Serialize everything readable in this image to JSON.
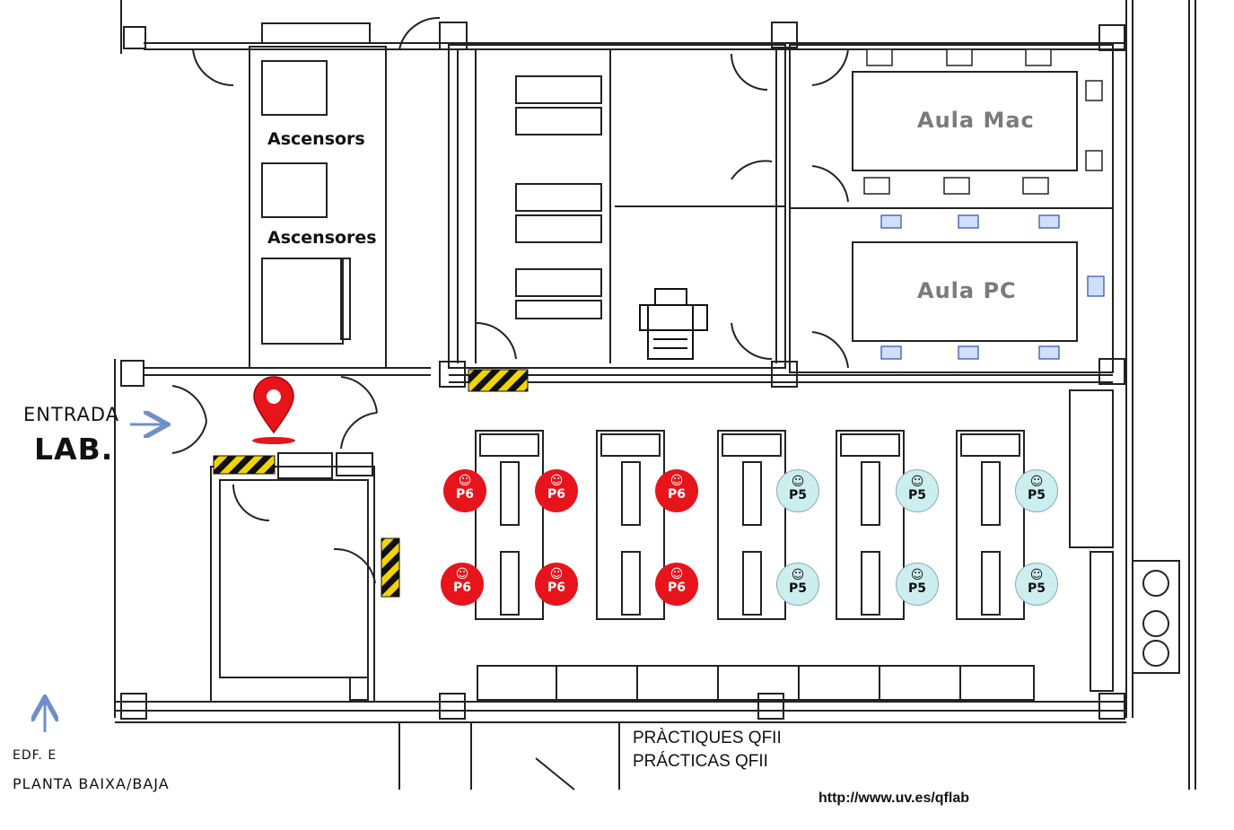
{
  "map": {
    "entrance_label": "ENTRADA",
    "lab_label": "LAB.",
    "rooms": {
      "aula_mac": "Aula Mac",
      "aula_pc": "Aula PC",
      "elevators_ca": "Ascensors",
      "elevators_es": "Ascensores"
    },
    "practices_ca": "PRÀCTIQUES QFII",
    "practices_es": "PRÁCTICAS QFII",
    "building": "EDF. E",
    "floor": "PLANTA BAIXA/BAJA",
    "url": "http://www.uv.es/qflab",
    "colors": {
      "p6": "#e8141b",
      "p5": "#cdeeee",
      "arrow": "#6f8fc8",
      "hazard": "#f3d400"
    },
    "stations": [
      {
        "code": "P6",
        "kind": "p6"
      },
      {
        "code": "P6",
        "kind": "p6"
      },
      {
        "code": "P6",
        "kind": "p6"
      },
      {
        "code": "P5",
        "kind": "p5"
      },
      {
        "code": "P5",
        "kind": "p5"
      },
      {
        "code": "P5",
        "kind": "p5"
      },
      {
        "code": "P6",
        "kind": "p6"
      },
      {
        "code": "P6",
        "kind": "p6"
      },
      {
        "code": "P6",
        "kind": "p6"
      },
      {
        "code": "P5",
        "kind": "p5"
      },
      {
        "code": "P5",
        "kind": "p5"
      },
      {
        "code": "P5",
        "kind": "p5"
      }
    ]
  }
}
